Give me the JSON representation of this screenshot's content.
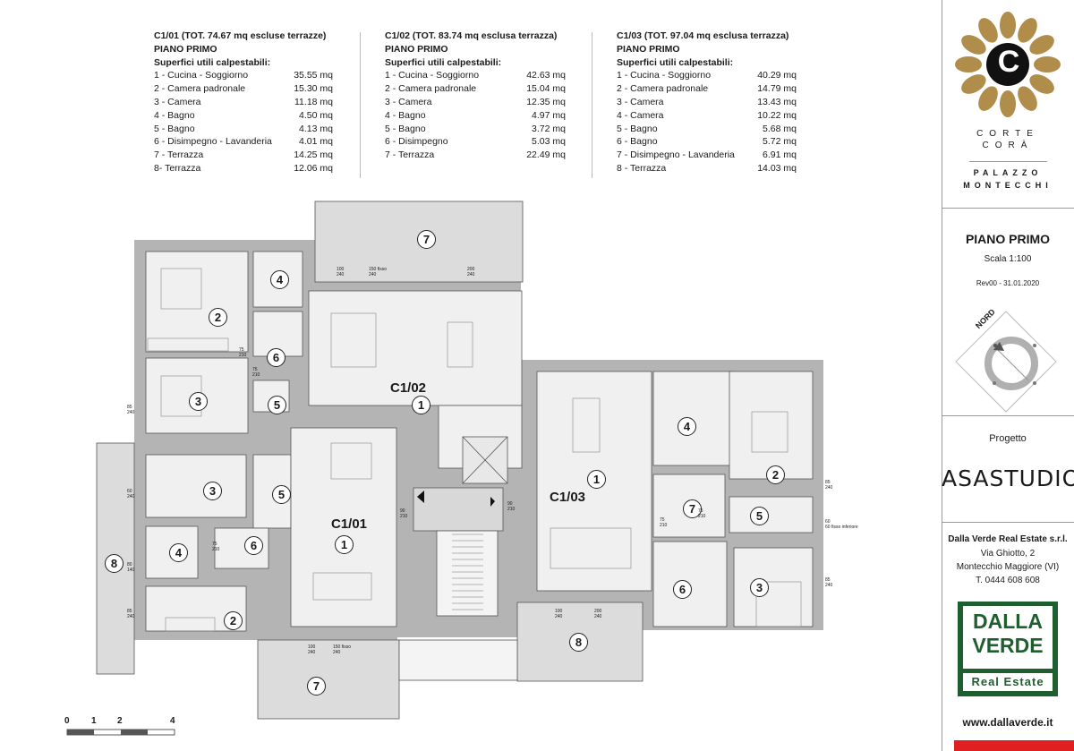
{
  "units": [
    {
      "title": "C1/01 (TOT. 74.67 mq escluse terrazze)",
      "floor": "PIANO PRIMO",
      "surfaces_label": "Superfici utili calpestabili:",
      "rooms": [
        {
          "name": "1 - Cucina - Soggiorno",
          "area": "35.55 mq"
        },
        {
          "name": "2 - Camera padronale",
          "area": "15.30 mq"
        },
        {
          "name": "3 - Camera",
          "area": "11.18 mq"
        },
        {
          "name": "4 - Bagno",
          "area": "4.50 mq"
        },
        {
          "name": "5 - Bagno",
          "area": "4.13 mq"
        },
        {
          "name": "6 - Disimpegno - Lavanderia",
          "area": "4.01 mq"
        },
        {
          "name": "7 - Terrazza",
          "area": "14.25 mq"
        },
        {
          "name": "8- Terrazza",
          "area": "12.06 mq"
        }
      ]
    },
    {
      "title": "C1/02 (TOT. 83.74 mq esclusa terrazza)",
      "floor": "PIANO PRIMO",
      "surfaces_label": "Superfici utili calpestabili:",
      "rooms": [
        {
          "name": "1 - Cucina - Soggiorno",
          "area": "42.63 mq"
        },
        {
          "name": "2 - Camera padronale",
          "area": "15.04 mq"
        },
        {
          "name": "3 - Camera",
          "area": "12.35 mq"
        },
        {
          "name": "4 - Bagno",
          "area": "4.97 mq"
        },
        {
          "name": "5 - Bagno",
          "area": "3.72 mq"
        },
        {
          "name": "6 - Disimpegno",
          "area": "5.03 mq"
        },
        {
          "name": "7 - Terrazza",
          "area": "22.49 mq"
        }
      ]
    },
    {
      "title": "C1/03 (TOT. 97.04 mq esclusa terrazza)",
      "floor": "PIANO PRIMO",
      "surfaces_label": "Superfici utili calpestabili:",
      "rooms": [
        {
          "name": "1 - Cucina - Soggiorno",
          "area": "40.29 mq"
        },
        {
          "name": "2 - Camera padronale",
          "area": "14.79 mq"
        },
        {
          "name": "3 - Camera",
          "area": "13.43 mq"
        },
        {
          "name": "4 - Camera",
          "area": "10.22 mq"
        },
        {
          "name": "5 - Bagno",
          "area": "5.68 mq"
        },
        {
          "name": "6 - Bagno",
          "area": "5.72 mq"
        },
        {
          "name": "7 - Disimpegno - Lavanderia",
          "area": "6.91 mq"
        },
        {
          "name": "8 - Terrazza",
          "area": "14.03 mq"
        }
      ]
    }
  ],
  "brand": {
    "logo_initial": "C",
    "logo_line1": "CORTE",
    "logo_line2": "CORÀ",
    "building_line1": "PALAZZO",
    "building_line2": "MONTECCHI",
    "gold": "#b08d4a"
  },
  "sheet": {
    "title": "PIANO PRIMO",
    "scale": "Scala 1:100",
    "revision": "Rev00 - 31.01.2020"
  },
  "compass": {
    "label": "NORD"
  },
  "project": {
    "label": "Progetto",
    "studio": "ASASTUDIO"
  },
  "company": {
    "name": "Dalla Verde Real Estate s.r.l.",
    "street": "Via Ghiotto, 2",
    "city": "Montecchio Maggiore (VI)",
    "phone": "T. 0444 608 608",
    "logo_line1": "DALLA",
    "logo_line2": "VERDE",
    "logo_line3": "Real Estate",
    "green": "#1e5e2f",
    "website": "www.dallaverde.it",
    "accent_red": "#e02020"
  },
  "plan": {
    "unit_labels": [
      "C1/01",
      "C1/02",
      "C1/03"
    ],
    "room_numbers": [
      "1",
      "2",
      "3",
      "4",
      "5",
      "6",
      "7",
      "8"
    ],
    "dims": [
      "85",
      "240",
      "60",
      "100",
      "150 fisso",
      "200",
      "75",
      "210",
      "90",
      "60 fisso inferiore",
      "80",
      "140"
    ],
    "scale_bar": [
      "0",
      "1",
      "2",
      "4"
    ]
  }
}
